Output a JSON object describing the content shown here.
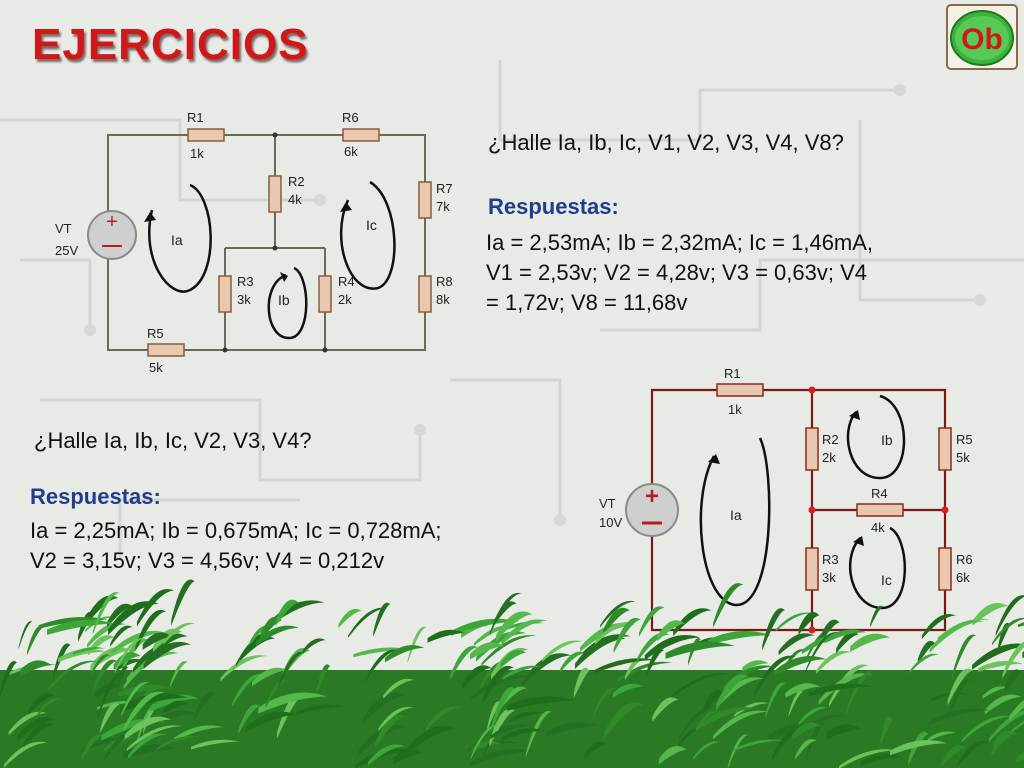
{
  "slide": {
    "title": "EJERCICIOS",
    "logo_text": "Ob"
  },
  "exercise1": {
    "question": "¿Halle Ia, Ib, Ic, V1, V2, V3, V4, V8?",
    "answers_heading": "Respuestas:",
    "answer_lines": [
      "Ia = 2,53mA; Ib = 2,32mA; Ic = 1,46mA,",
      "V1 = 2,53v; V2 = 4,28v; V3 = 0,63v; V4",
      "= 1,72v; V8 = 11,68v"
    ],
    "circuit": {
      "source_name": "VT",
      "source_value": "25V",
      "r1_name": "R1",
      "r1_value": "1k",
      "r2_name": "R2",
      "r2_value": "4k",
      "r3_name": "R3",
      "r3_value": "3k",
      "r4_name": "R4",
      "r4_value": "2k",
      "r5_name": "R5",
      "r5_value": "5k",
      "r6_name": "R6",
      "r6_value": "6k",
      "r7_name": "R7",
      "r7_value": "7k",
      "r8_name": "R8",
      "r8_value": "8k",
      "mesh_a": "Ia",
      "mesh_b": "Ib",
      "mesh_c": "Ic"
    }
  },
  "exercise2": {
    "question": "¿Halle Ia, Ib, Ic, V2, V3, V4?",
    "answers_heading": "Respuestas:",
    "answer_lines": [
      "Ia = 2,25mA; Ib = 0,675mA; Ic = 0,728mA;",
      "V2 = 3,15v; V3 = 4,56v; V4 = 0,212v"
    ],
    "circuit": {
      "source_name": "VT",
      "source_value": "10V",
      "r1_name": "R1",
      "r1_value": "1k",
      "r2_name": "R2",
      "r2_value": "2k",
      "r3_name": "R3",
      "r3_value": "3k",
      "r4_name": "R4",
      "r4_value": "4k",
      "r5_name": "R5",
      "r5_value": "5k",
      "r6_name": "R6",
      "r6_value": "6k",
      "mesh_a": "Ia",
      "mesh_b": "Ib",
      "mesh_c": "Ic"
    }
  },
  "colors": {
    "title": "#d11818",
    "answers_heading": "#1f3d8c",
    "wire1": "#6b6b5a",
    "wire2": "#7a1a12",
    "resistor": "#b8876a",
    "grass": "#2f8a2a"
  }
}
